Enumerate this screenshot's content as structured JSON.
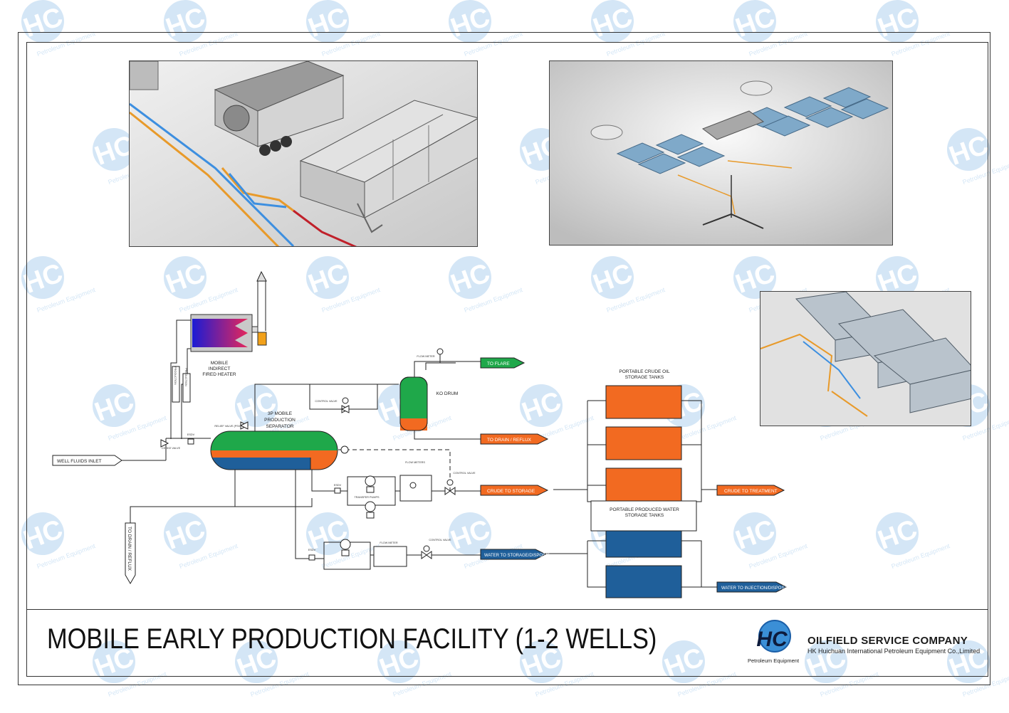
{
  "title": "MOBILE EARLY PRODUCTION FACILITY (1-2 WELLS)",
  "company": {
    "name": "OILFIELD SERVICE COMPANY",
    "subtitle": "HK Huichuan International Petroleum Equipment Co.,Limited",
    "logo_text": "HC",
    "logo_caption": "Petroleum Equipment"
  },
  "watermark": {
    "text": "HC",
    "caption": "Petroleum Equipment",
    "color": "#3b8fd6"
  },
  "colors": {
    "oil": "#f26a21",
    "water": "#1f5f9a",
    "gas": "#1fa84a",
    "line": "#222222",
    "crude_line": "#e89a2a",
    "water_line": "#3d8fe0",
    "red_line": "#c0202a"
  },
  "diagram": {
    "heater_label": [
      "MOBILE",
      "INDIRECT",
      "FIRED HEATER"
    ],
    "separator_label": [
      "3P MOBILE",
      "PRODUCTION",
      "SEPARATOR"
    ],
    "ko_drum_label": "KO DRUM",
    "crude_tanks_label": [
      "PORTABLE CRUDE OIL",
      "STORAGE TANKS"
    ],
    "water_tanks_label": [
      "PORTABLE PRODUCED WATER",
      "STORAGE TANKS"
    ],
    "inlet_label": "WELL FLUIDS INLET",
    "to_drain_vertical": "TO DRAIN / REFLUX",
    "small_labels": {
      "flow_meter_top": "FLOW METER",
      "control_valve_gas": "CONTROL VALVE",
      "relief_valve": "RELIEF VALVE (PSV)",
      "esdv": "ESDV",
      "choke_valve": "CHOKE VALVE",
      "transfer_pumps": "TRANSFER PUMPS",
      "flow_meters": "FLOW METERS",
      "control_valve_oil": "CONTROL VALVE",
      "esdv_oil": "ESDV",
      "esdv_water": "ESDV",
      "flow_meter_water": "FLOW METER",
      "control_valve_water": "CONTROL VALVE",
      "heater_pipe_1": "PRODUCTION",
      "heater_pipe_2": "PRODUCTION"
    },
    "arrows": {
      "to_flare": "TO FLARE",
      "to_drain_reflux": "TO DRAIN / REFLUX",
      "crude_to_storage": "CRUDE TO STORAGE",
      "crude_to_treatment": "CRUDE TO TREATMENT",
      "water_to_storage": "WATER TO STORAGE/DISPOSAL",
      "water_to_injection": "WATER TO INJECTION/DISPOSAL"
    }
  }
}
